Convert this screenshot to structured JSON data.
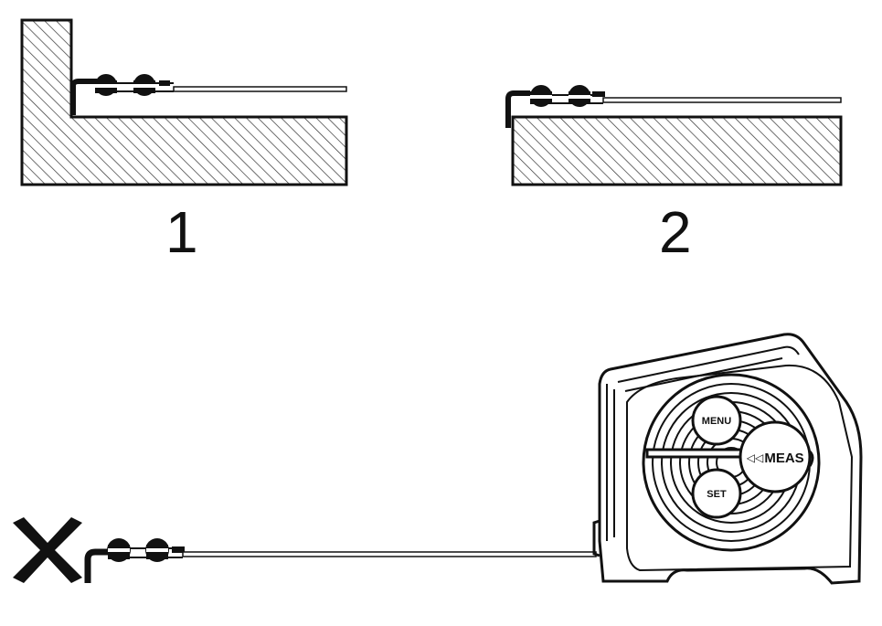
{
  "figure": {
    "panels": [
      {
        "id": "inside-corner",
        "number": "1"
      },
      {
        "id": "outside-edge",
        "number": "2"
      }
    ],
    "device_buttons": {
      "menu": "MENU",
      "meas": "MEAS",
      "set": "SET",
      "meas_arrows": "◁◁"
    },
    "colors": {
      "line": "#111111",
      "hatch": "#222222",
      "background": "#ffffff"
    },
    "icons": [
      "cross-mark-icon"
    ]
  }
}
